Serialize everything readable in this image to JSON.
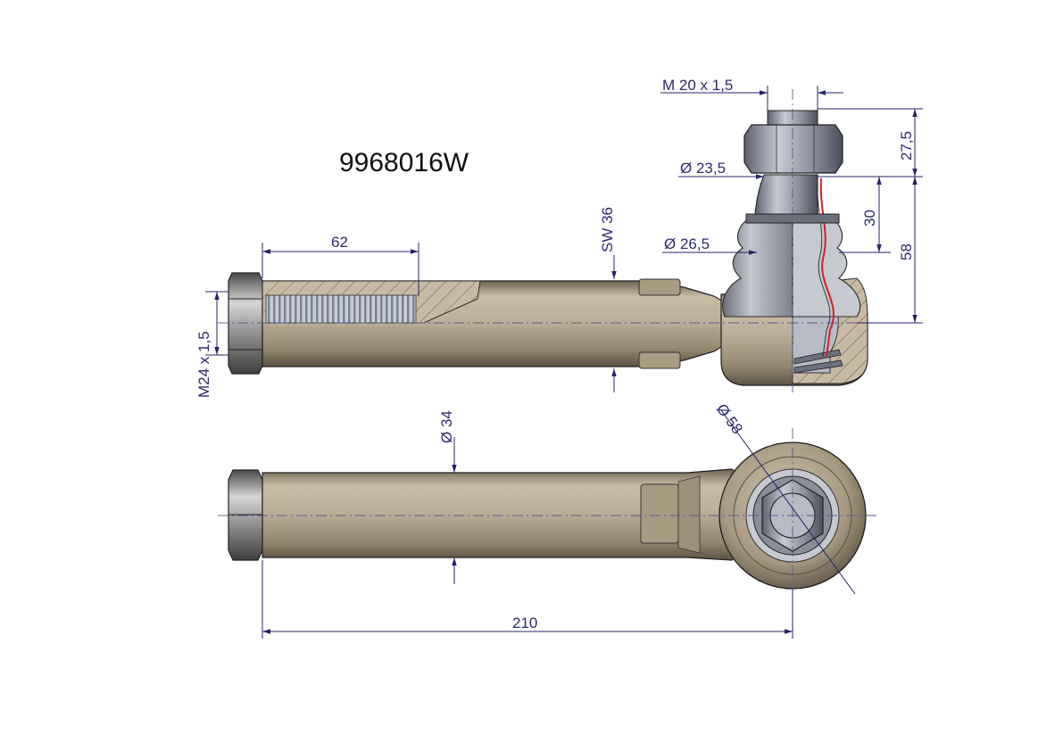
{
  "part_number": "9968016W",
  "dimensions": {
    "thread_length": "62",
    "thread_spec": "M24 x 1,5",
    "wrench_size": "SW 36",
    "stud_thread": "M  20  x 1,5",
    "diameter_23_5": "Ø 23,5",
    "diameter_26_5": "Ø 26,5",
    "height_27_5": "27,5",
    "height_30": "30",
    "height_58": "58",
    "shaft_diameter": "Ø 34",
    "eye_diameter": "Ø 58",
    "overall_length": "210"
  },
  "colors": {
    "body": "#b8aa92",
    "section": "#c8baa2",
    "dimension": "#24236a",
    "seal_line": "#d42020",
    "steel": "#8c93a6"
  }
}
